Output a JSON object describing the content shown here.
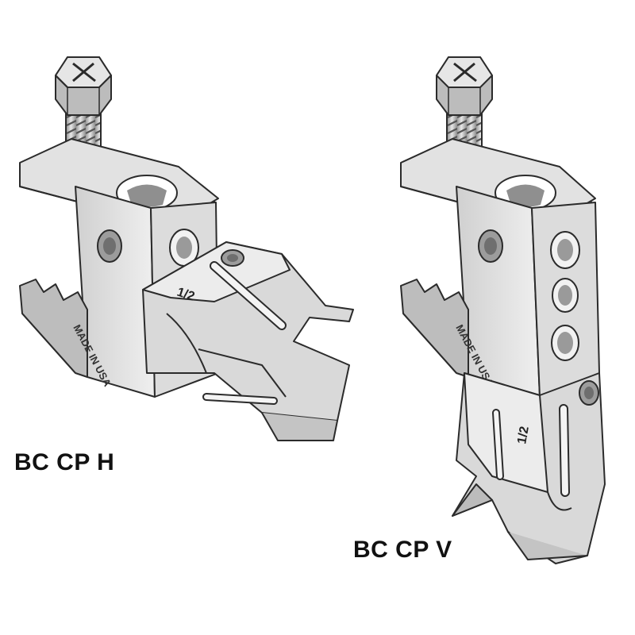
{
  "products": [
    {
      "name": "BC CP H",
      "stamp": "MADE IN USA",
      "size_mark": "1/2"
    },
    {
      "name": "BC CP V",
      "stamp": "MADE IN USA",
      "size_mark": "1/2"
    }
  ],
  "colors": {
    "stroke": "#2b2b2b",
    "metal_light": "#e4e4e4",
    "metal_mid": "#cfcfcf",
    "metal_dark": "#9a9a9a",
    "hole_dark": "#7a7a7a",
    "label_text": "#111111"
  }
}
